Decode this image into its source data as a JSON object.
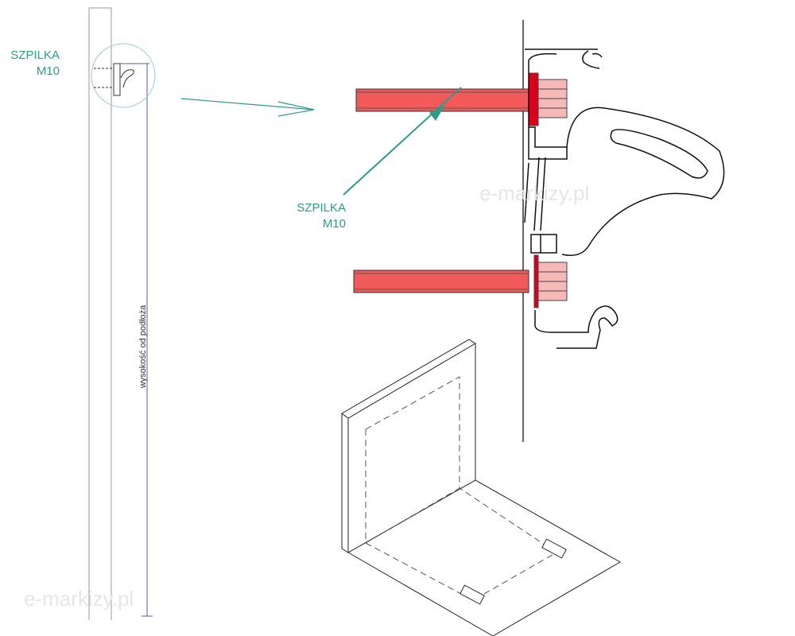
{
  "labels": {
    "pin_small_line1": "SZPILKA",
    "pin_small_line2": "M10",
    "pin_large_line1": "SZPILKA",
    "pin_large_line2": "M10",
    "height_from_floor": "wysokość od podłoża"
  },
  "watermarks": [
    "e-markizy.pl",
    "e-markizy.pl"
  ],
  "colors": {
    "accent": "#2e9a8a",
    "pin": "#f25a5a",
    "bracket": "#d9001b",
    "plug": "#f7b8b8"
  }
}
